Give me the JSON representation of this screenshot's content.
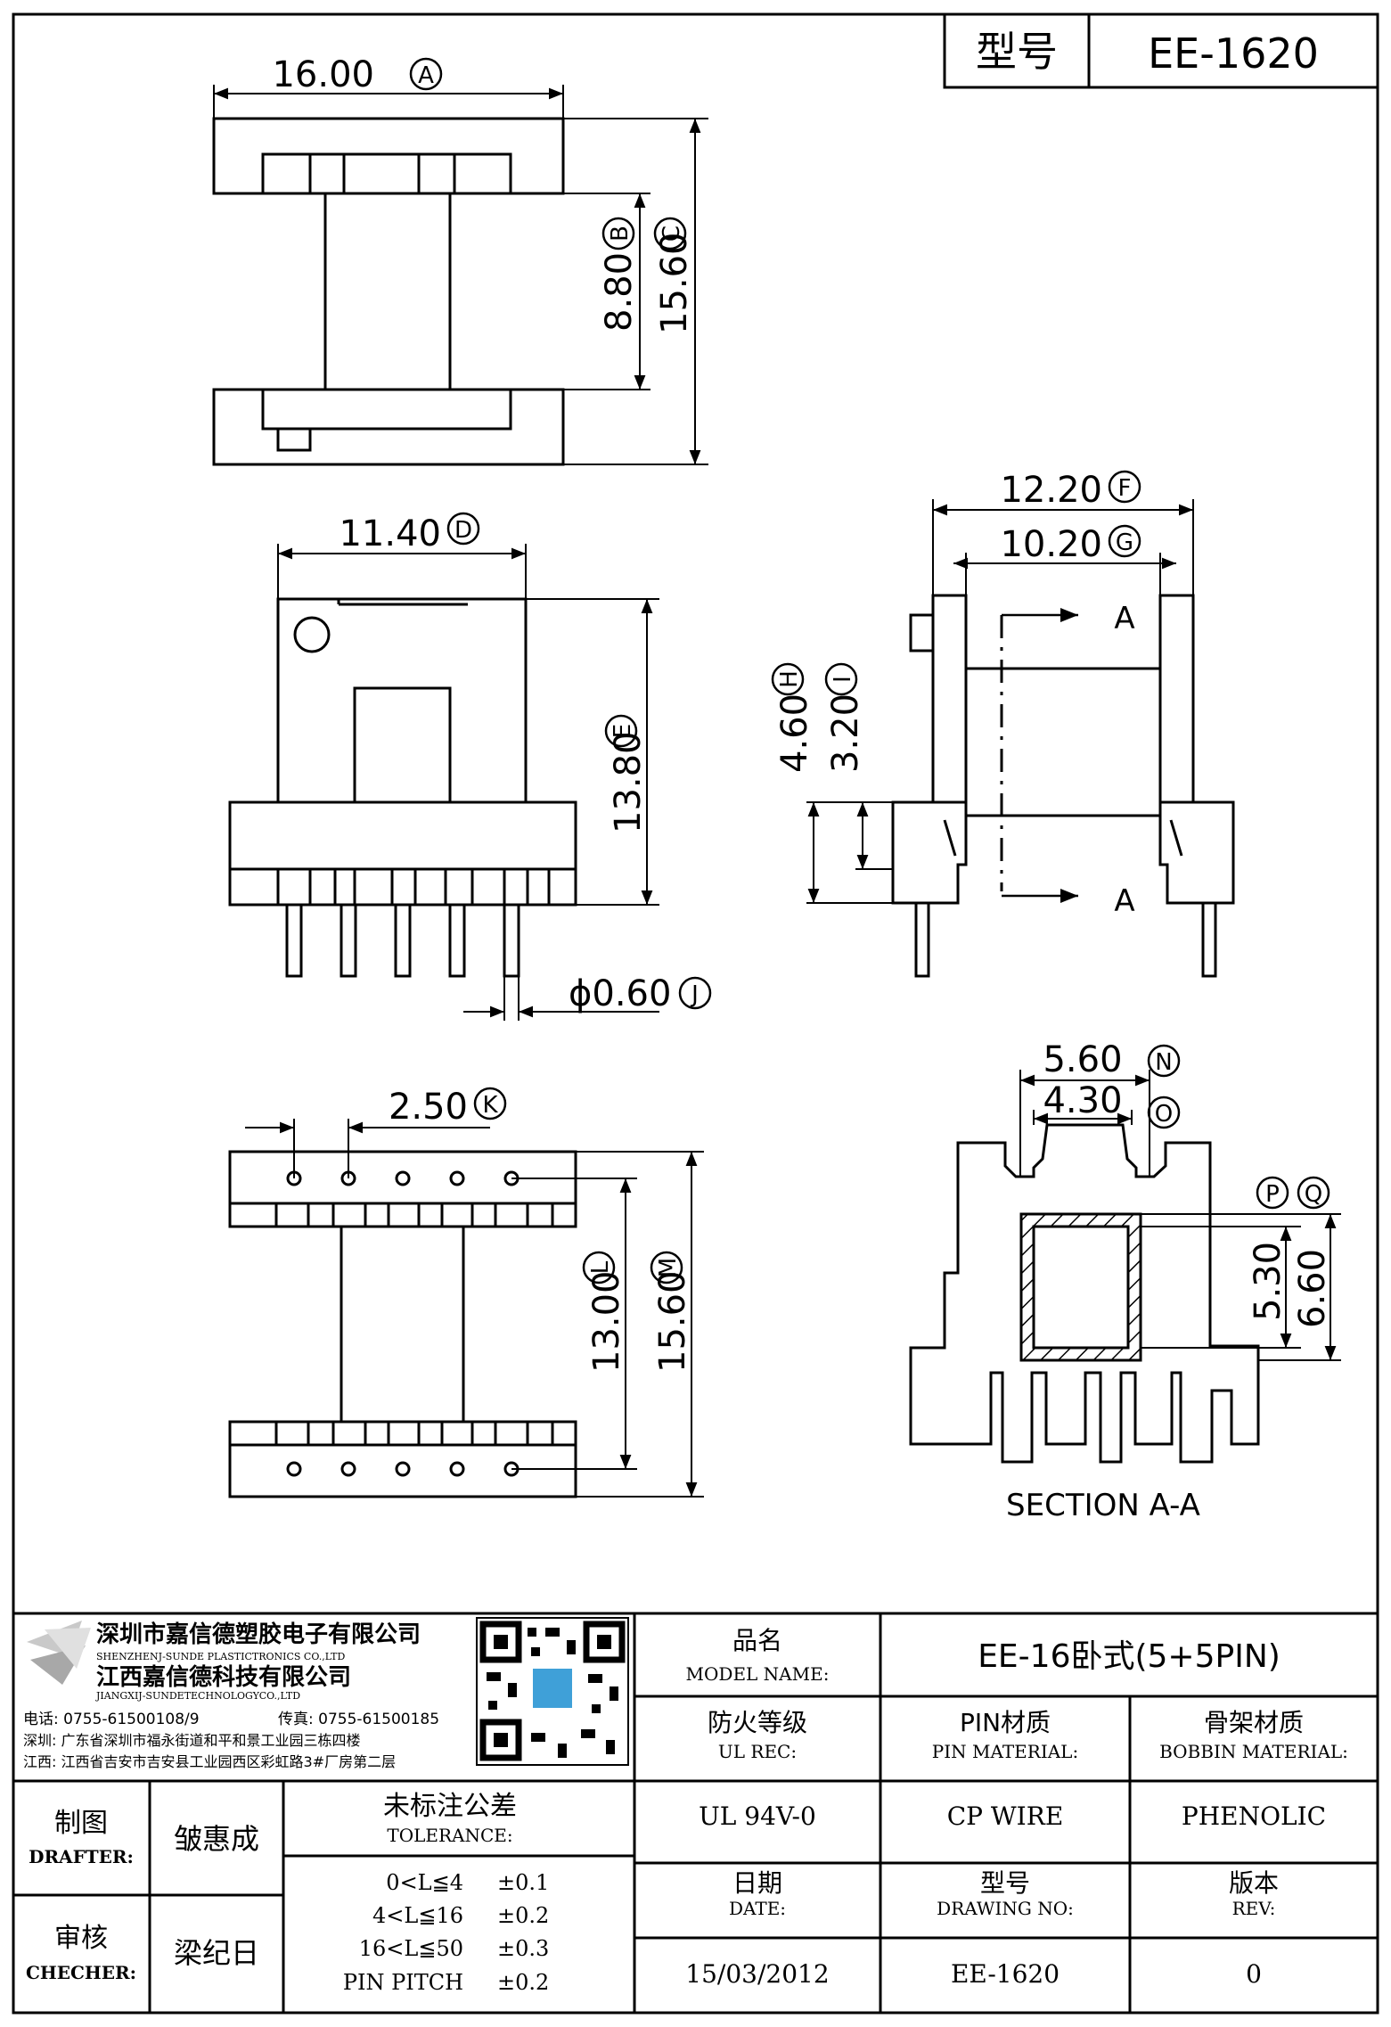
{
  "header": {
    "model_label": "型号",
    "model_value": "EE-1620"
  },
  "dimensions": {
    "a": {
      "value": "16.00",
      "tag": "A"
    },
    "b": {
      "value": "8.80",
      "tag": "B"
    },
    "c": {
      "value": "15.60",
      "tag": "C"
    },
    "d": {
      "value": "11.40",
      "tag": "D"
    },
    "e": {
      "value": "13.80",
      "tag": "E"
    },
    "f": {
      "value": "12.20",
      "tag": "F"
    },
    "g": {
      "value": "10.20",
      "tag": "G"
    },
    "h": {
      "value": "4.60",
      "tag": "H"
    },
    "i": {
      "value": "3.20",
      "tag": "I"
    },
    "j": {
      "value": "ϕ0.60",
      "tag": "J"
    },
    "k": {
      "value": "2.50",
      "tag": "K"
    },
    "l": {
      "value": "13.00",
      "tag": "L"
    },
    "m": {
      "value": "15.60",
      "tag": "M"
    },
    "n": {
      "value": "5.60",
      "tag": "N"
    },
    "o": {
      "value": "4.30",
      "tag": "O"
    },
    "p": {
      "value": "5.30",
      "tag": "P"
    },
    "q": {
      "value": "6.60",
      "tag": "Q"
    }
  },
  "section": {
    "marker": "A",
    "label": "SECTION A-A"
  },
  "company": {
    "name_cn_1": "深圳市嘉信德塑胶电子有限公司",
    "name_en_1": "SHENZHENJ-SUNDE PLASTICTRONICS CO.,LTD",
    "name_cn_2": "江西嘉信德科技有限公司",
    "name_en_2": "JIANGXIJ-SUNDETECHNOLOGYCO.,LTD",
    "phone": "电话: 0755-61500108/9",
    "fax": "传真: 0755-61500185",
    "addr_sz": "深圳: 广东省深圳市福永街道和平和景工业园三栋四楼",
    "addr_jx": "江西: 江西省吉安市吉安县工业园西区彩虹路3#厂房第二层"
  },
  "title_block": {
    "product_name_cn": "品名",
    "product_name_en": "MODEL NAME:",
    "product_name_value": "EE-16卧式(5+5PIN)",
    "ul_cn": "防火等级",
    "ul_en": "UL REC:",
    "ul_value": "UL 94V-0",
    "pin_cn": "PIN材质",
    "pin_en": "PIN MATERIAL:",
    "pin_value": "CP WIRE",
    "bobbin_cn": "骨架材质",
    "bobbin_en": "BOBBIN MATERIAL:",
    "bobbin_value": "PHENOLIC",
    "date_cn": "日期",
    "date_en": "DATE:",
    "date_value": "15/03/2012",
    "drawing_cn": "型号",
    "drawing_en": "DRAWING NO:",
    "drawing_value": "EE-1620",
    "rev_cn": "版本",
    "rev_en": "REV:",
    "rev_value": "0",
    "drafter_cn": "制图",
    "drafter_en": "DRAFTER:",
    "drafter_name": "皱惠成",
    "checker_cn": "审核",
    "checker_en": "CHECHER:",
    "checker_name": "梁纪日",
    "tolerance_cn": "未标注公差",
    "tolerance_en": "TOLERANCE:",
    "tolerances": [
      {
        "range": "0<L≦4",
        "value": "±0.1"
      },
      {
        "range": "4<L≦16",
        "value": "±0.2"
      },
      {
        "range": "16<L≦50",
        "value": "±0.3"
      },
      {
        "range": "PIN PITCH",
        "value": "±0.2"
      }
    ]
  }
}
